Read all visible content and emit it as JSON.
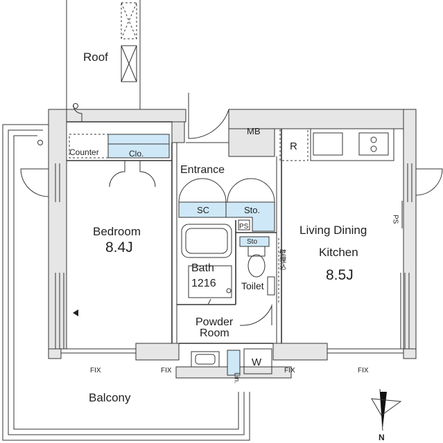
{
  "rooms": {
    "roof": "Roof",
    "bedroom": "Bedroom",
    "bedroom_size": "8.4J",
    "ldk_line1": "Living Dining",
    "ldk_line2": "Kitchen",
    "ldk_size": "8.5J",
    "entrance": "Entrance",
    "bath": "Bath",
    "bath_size": "1216",
    "toilet": "Toilet",
    "powder_line1": "Powder",
    "powder_line2": "Room",
    "balcony": "Balcony"
  },
  "fixtures": {
    "mb": "MB",
    "counter": "Counter",
    "closet": "Clo.",
    "sc": "SC",
    "storage": "Sto.",
    "toilet_storage": "Sto",
    "ps_center": "PS",
    "ps_right": "PS",
    "refrigerator": "R",
    "laundry": "W",
    "linen": "Lin.",
    "wall_embedded": "壁埋込"
  },
  "window_labels": {
    "fix_1": "FIX",
    "fix_2": "FIX",
    "fix_3": "FIX",
    "fix_4": "FIX"
  },
  "compass": {
    "north": "N"
  },
  "colors": {
    "storage_fill": "#cfe8f7",
    "wall_fill": "#e6e6e6",
    "line": "#333333"
  }
}
